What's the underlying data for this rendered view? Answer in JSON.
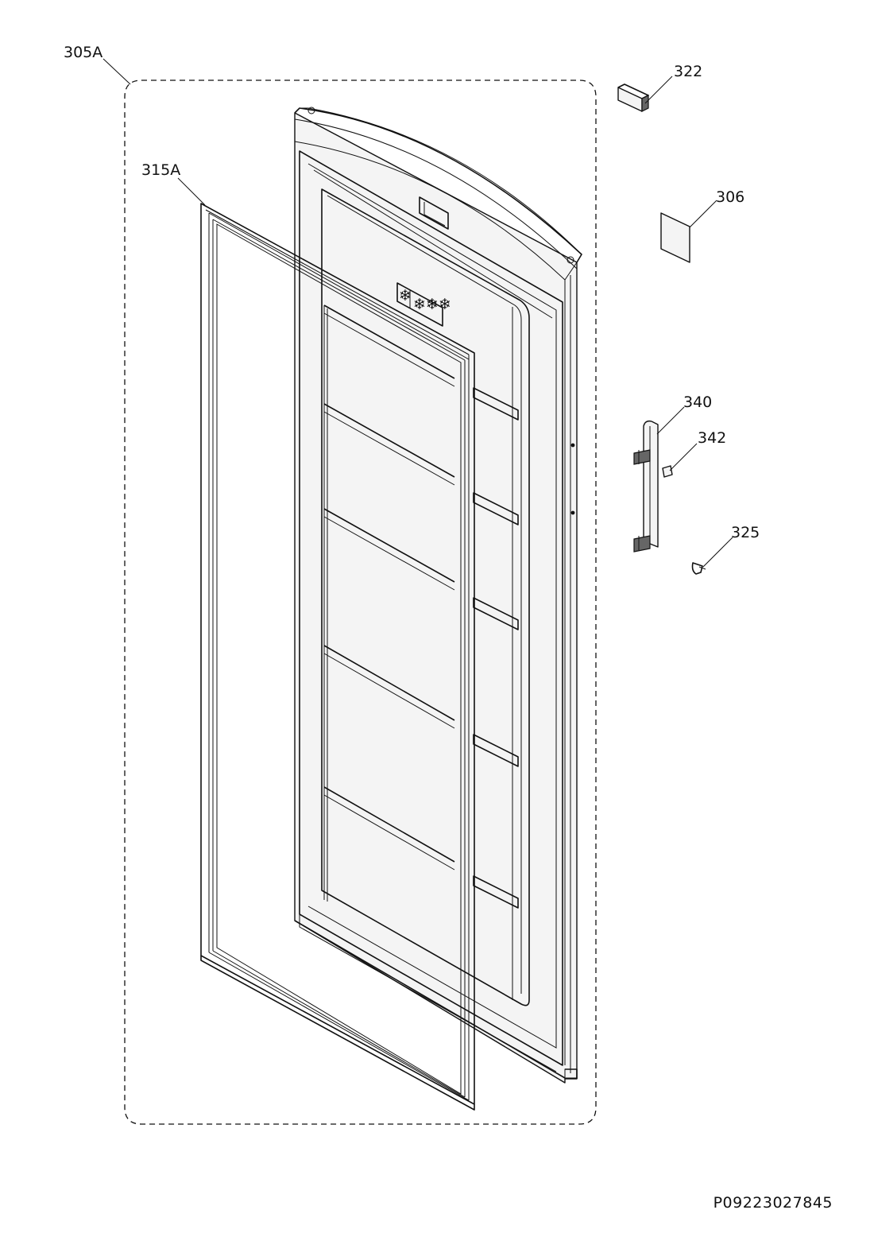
{
  "diagram": {
    "drawing_number": "P09223027845",
    "parts": [
      {
        "id": "305A"
      },
      {
        "id": "315A"
      },
      {
        "id": "322"
      },
      {
        "id": "306"
      },
      {
        "id": "340"
      },
      {
        "id": "342"
      },
      {
        "id": "325"
      }
    ]
  }
}
